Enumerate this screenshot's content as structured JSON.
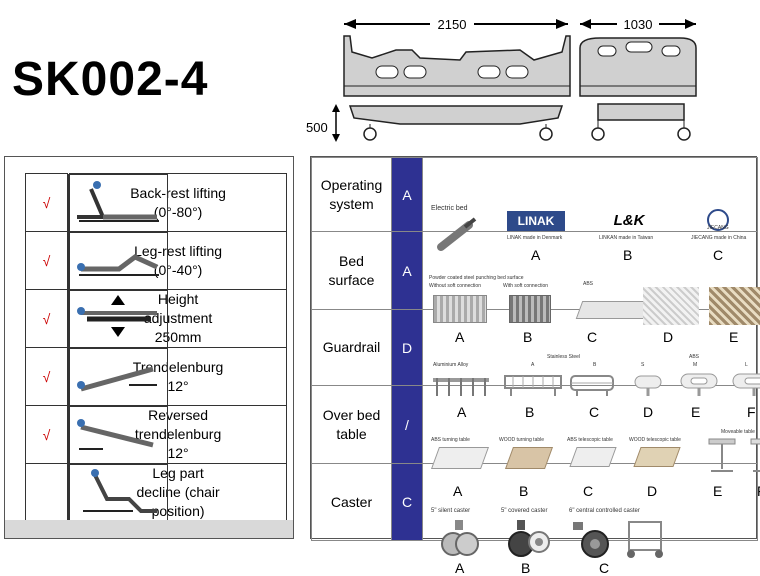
{
  "title": "SK002-4",
  "dimensions": {
    "length": "2150",
    "width": "1030",
    "height": "500"
  },
  "functions": [
    {
      "check": "√",
      "label": [
        "Back-rest lifting",
        "(0°-80°)"
      ]
    },
    {
      "check": "√",
      "label": [
        "Leg-rest lifting",
        "(0°-40°)"
      ]
    },
    {
      "check": "√",
      "label": [
        "Height",
        "adjustment",
        "250mm"
      ]
    },
    {
      "check": "√",
      "label": [
        "Trendelenburg",
        "12°"
      ]
    },
    {
      "check": "√",
      "label": [
        "Reversed",
        "trendelenburg",
        "12°"
      ]
    },
    {
      "check": "",
      "label": [
        "Leg part",
        "decline (chair",
        "position)"
      ]
    }
  ],
  "options": {
    "operating": {
      "category": [
        "Operating",
        "system"
      ],
      "selected": "A",
      "caption": "Electric bed",
      "brands": [
        "LINAK",
        "L&K",
        "JIECANG"
      ],
      "notes": [
        "LINAK made in Denmark",
        "LINKAN made in Taiwan",
        "JIECANG made in China"
      ],
      "letters": [
        "A",
        "B",
        "C"
      ]
    },
    "surface": {
      "category": [
        "Bed",
        "surface"
      ],
      "selected": "A",
      "caption": "Powder coated steel punching bed surface",
      "notes": [
        "Without soft connection",
        "With soft connection",
        "ABS"
      ],
      "letters": [
        "A",
        "B",
        "C",
        "D",
        "E"
      ]
    },
    "guardrail": {
      "category": [
        "Guardrail"
      ],
      "selected": "D",
      "notes": [
        "Aluminium Alloy",
        "Stainless Steel",
        "A",
        "B",
        "ABS",
        "S",
        "M",
        "L"
      ],
      "letters": [
        "A",
        "B",
        "C",
        "D",
        "E",
        "F"
      ]
    },
    "overbed": {
      "category": [
        "Over bed",
        "table"
      ],
      "selected": "/",
      "notes": [
        "ABS turning table",
        "WOOD turning table",
        "ABS telescopic table",
        "WOOD telescopic table",
        "Moveable table"
      ],
      "letters": [
        "A",
        "B",
        "C",
        "D",
        "E",
        "F"
      ]
    },
    "caster": {
      "category": [
        "Caster"
      ],
      "selected": "C",
      "notes": [
        "5\" silent caster",
        "5\" covered caster",
        "6\" central controlled caster"
      ],
      "letters": [
        "A",
        "B",
        "C"
      ]
    }
  },
  "colors": {
    "accent": "#2e3192",
    "check": "#cc0000",
    "bedGray": "#d0d0d0"
  }
}
